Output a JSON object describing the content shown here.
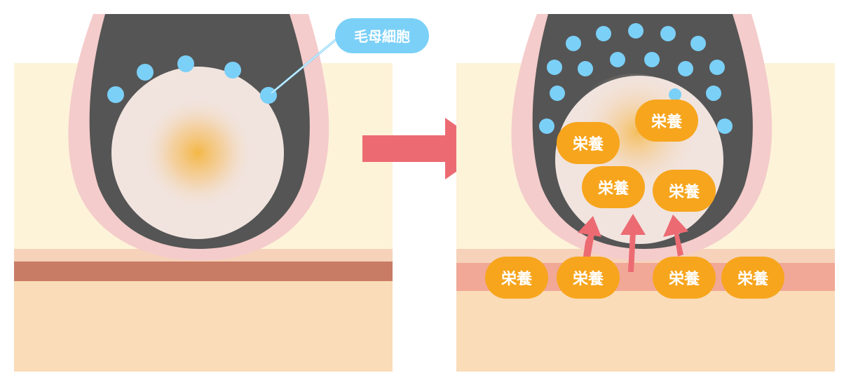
{
  "labels": {
    "hair_matrix_cell": "毛母細胞",
    "nutrient": "栄養"
  },
  "colors": {
    "background": "#ffffff",
    "skin_upper": "#fdf3d9",
    "skin_lower": "#fadcb8",
    "layer_light": "#f6d2ba",
    "layer_dark_left": "#c97c65",
    "layer_dark_right": "#f1a897",
    "follicle_outer": "#f4cccb",
    "follicle_dark": "#555555",
    "papilla": "#f1e4df",
    "papilla_center": "#f5b53e",
    "cell_dot": "#7bd0f7",
    "label_bubble": "#7bd0f7",
    "nutrient_badge": "#f7a51d",
    "arrow": "#ec6b73"
  },
  "panels": {
    "before": {
      "cell_count": 5
    },
    "after": {
      "cell_count": 16,
      "nutrient_count_inside": 4,
      "nutrient_count_below": 4
    }
  }
}
